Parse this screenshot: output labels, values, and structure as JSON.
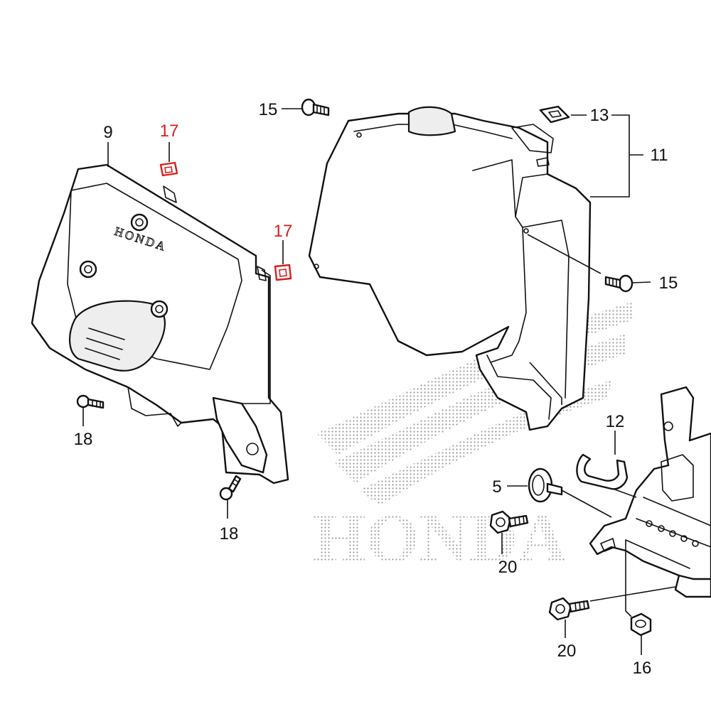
{
  "diagram": {
    "callouts": [
      {
        "id": "c9",
        "label": "9",
        "highlight": false
      },
      {
        "id": "c17a",
        "label": "17",
        "highlight": true
      },
      {
        "id": "c17b",
        "label": "17",
        "highlight": true
      },
      {
        "id": "c15a",
        "label": "15",
        "highlight": false
      },
      {
        "id": "c15b",
        "label": "15",
        "highlight": false
      },
      {
        "id": "c13",
        "label": "13",
        "highlight": false
      },
      {
        "id": "c11",
        "label": "11",
        "highlight": false
      },
      {
        "id": "c12",
        "label": "12",
        "highlight": false
      },
      {
        "id": "c5",
        "label": "5",
        "highlight": false
      },
      {
        "id": "c18a",
        "label": "18",
        "highlight": false
      },
      {
        "id": "c18b",
        "label": "18",
        "highlight": false
      },
      {
        "id": "c20a",
        "label": "20",
        "highlight": false
      },
      {
        "id": "c20b",
        "label": "20",
        "highlight": false
      },
      {
        "id": "c16",
        "label": "16",
        "highlight": false
      }
    ],
    "cover_emboss": "HONDA",
    "watermark": "HONDA",
    "colors": {
      "highlight": "#d81e1e",
      "line": "#111111",
      "watermark": "#9a9a9a"
    }
  }
}
